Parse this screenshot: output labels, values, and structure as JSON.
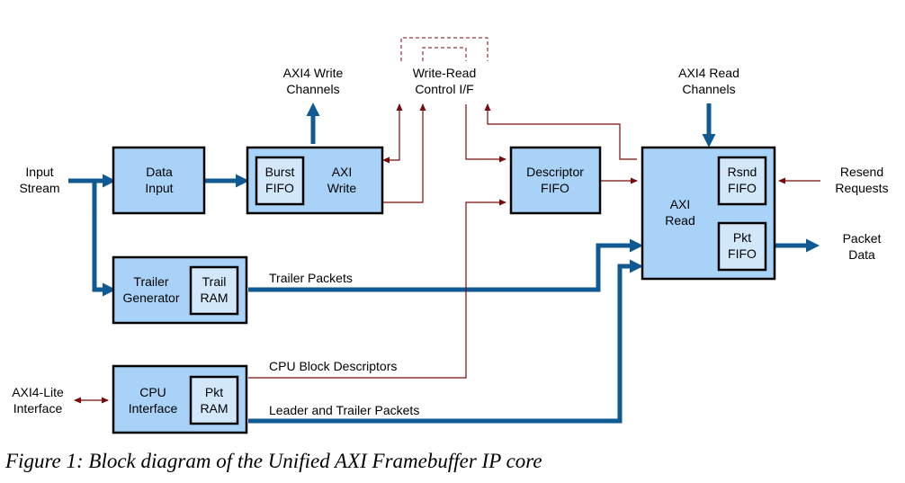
{
  "blocks": {
    "data_input": [
      "Data",
      "Input"
    ],
    "axi_write": [
      "AXI",
      "Write"
    ],
    "burst_fifo": [
      "Burst",
      "FIFO"
    ],
    "trailer_generator": [
      "Trailer",
      "Generator"
    ],
    "trail_ram": [
      "Trail",
      "RAM"
    ],
    "cpu_interface": [
      "CPU",
      "Interface"
    ],
    "pkt_ram": [
      "Pkt",
      "RAM"
    ],
    "descriptor_fifo": [
      "Descriptor",
      "FIFO"
    ],
    "axi_read": [
      "AXI",
      "Read"
    ],
    "rsnd_fifo": [
      "Rsnd",
      "FIFO"
    ],
    "pkt_fifo": [
      "Pkt",
      "FIFO"
    ]
  },
  "external": {
    "input_stream": [
      "Input",
      "Stream"
    ],
    "axi4_write_channels": [
      "AXI4 Write",
      "Channels"
    ],
    "write_read_control": [
      "Write-Read",
      "Control I/F"
    ],
    "axi4_read_channels": [
      "AXI4 Read",
      "Channels"
    ],
    "resend_requests": [
      "Resend",
      "Requests"
    ],
    "packet_data": [
      "Packet",
      "Data"
    ],
    "axi4_lite_interface": [
      "AXI4-Lite",
      "Interface"
    ]
  },
  "paths": {
    "trailer_packets": "Trailer Packets",
    "cpu_block_descriptors": "CPU Block Descriptors",
    "leader_trailer_packets": "Leader and Trailer Packets"
  },
  "caption": "Figure 1: Block diagram of the Unified AXI Framebuffer IP core",
  "colors": {
    "block_fill": "#a8d2f7",
    "inner_fill": "#d2e8fa",
    "data_bus": "#0f5a93",
    "control_line": "#7a0a0a"
  }
}
